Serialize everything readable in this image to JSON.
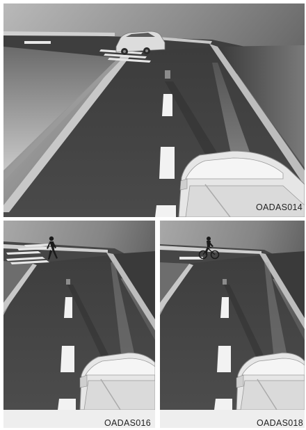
{
  "figures": [
    {
      "caption": "OADAS014"
    },
    {
      "caption": "OADAS016"
    },
    {
      "caption": "OADAS018"
    }
  ]
}
